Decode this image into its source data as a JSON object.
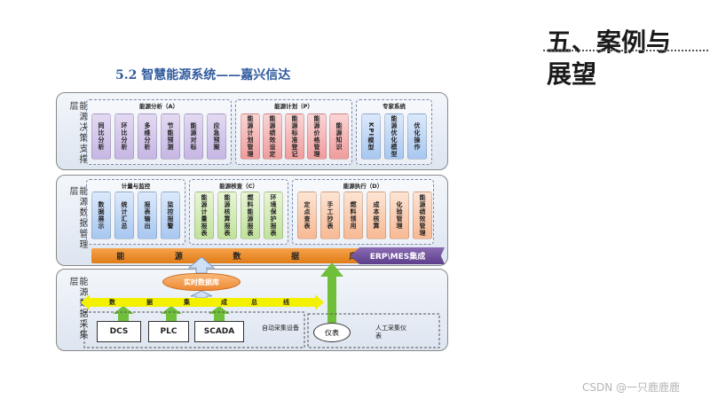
{
  "page": {
    "title_line1": "五、案例与",
    "title_line2": "展望",
    "subtitle": "5.2 智慧能源系统——嘉兴信达",
    "watermark": "CSDN @一只鹿鹿鹿"
  },
  "diagram": {
    "layers": {
      "top": "能源决策支撑层",
      "middle": "能源数据管理层",
      "bottom": "能源数据采集层"
    },
    "top_groups": [
      {
        "title": "能源分析（A）",
        "cards": [
          "同比分析",
          "环比分析",
          "多维分析",
          "节能预测",
          "能源对标",
          "应急预案"
        ]
      },
      {
        "title": "能源计划（P）",
        "cards": [
          "能源计划管理",
          "能源绩效设定",
          "能源标准登记",
          "能源价格管理",
          "能源知识"
        ]
      },
      {
        "title": "专家系统",
        "cards": [
          "KPI模型",
          "能源优化模型",
          "优化操作"
        ]
      }
    ],
    "middle_groups": [
      {
        "title": "计量与监控",
        "cards": [
          "数据展示",
          "统计汇总",
          "报表输出",
          "监控报警"
        ]
      },
      {
        "title": "能源核查（C）",
        "cards": [
          "能源计量报表",
          "能源核算报表",
          "燃料能源报表",
          "环境保护报表"
        ]
      },
      {
        "title": "能源执行（D）",
        "cards": [
          "定点查表",
          "手工抄表",
          "燃料领用",
          "成本核算",
          "化验管理",
          "能源绩效管理"
        ]
      }
    ],
    "database_chars": [
      "能",
      "源",
      "数",
      "据",
      "库"
    ],
    "erp_label": "ERP\\MES集成",
    "realtime_db": "实时数据库",
    "bus_chars": [
      "数",
      "据",
      "集",
      "成",
      "总",
      "线"
    ],
    "devices": [
      "DCS",
      "PLC",
      "SCADA"
    ],
    "auto_collect": "自动采集设备",
    "instrument": "仪表",
    "manual_collect": "人工采集仪表"
  },
  "colors": {
    "title": "#1a1a1a",
    "subtitle": "#2f5a9e",
    "database_bar": "#e07c17",
    "erp": "#5c3e8a",
    "bus": "#f3f000",
    "arrow_up": "#6fbf3a"
  }
}
